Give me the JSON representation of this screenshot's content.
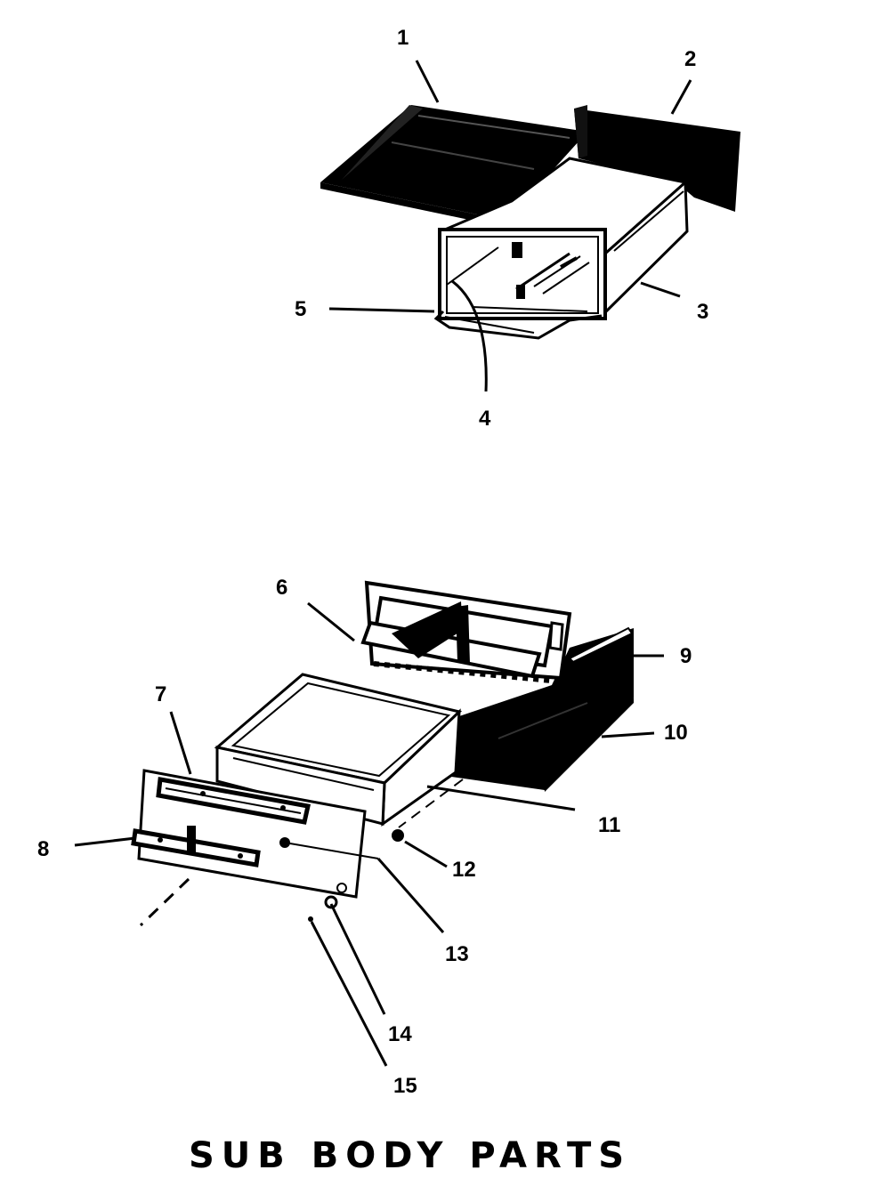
{
  "title": "SUB BODY PARTS",
  "callouts": [
    "1",
    "2",
    "3",
    "4",
    "5",
    "6",
    "7",
    "8",
    "9",
    "10",
    "11",
    "12",
    "13",
    "14",
    "15"
  ],
  "colors": {
    "ink": "#000000",
    "paper": "#ffffff"
  }
}
